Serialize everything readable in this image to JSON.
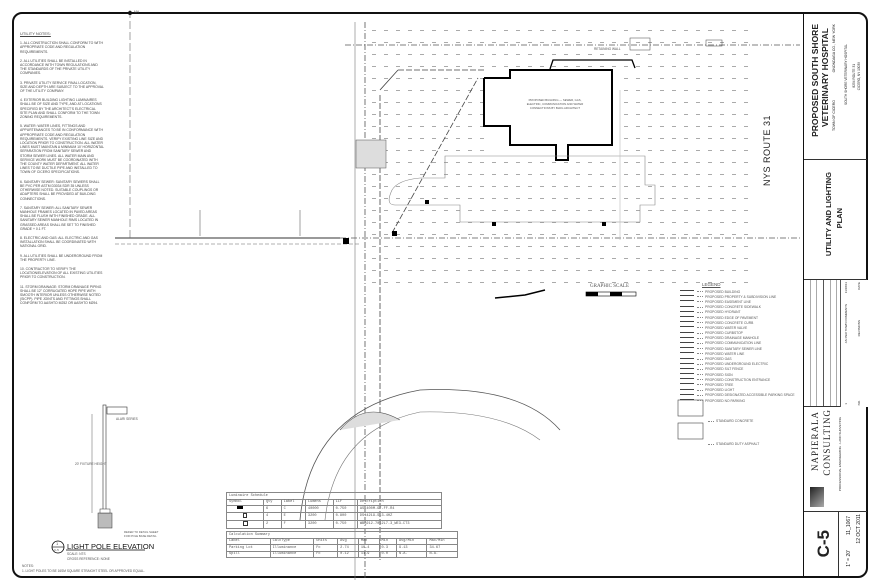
{
  "notes": {
    "heading": "UTILITY NOTES:",
    "items": [
      "1. ALL CONSTRUCTION SHALL CONFORM TO WITH APPROPRIATE CODE AND REGULATION REQUIREMENTS.",
      "2. ALL UTILITIES SHALL BE INSTALLED IN ACCORDANCE WITH TOWN REGULATIONS AND THE STANDARDS OF THE PRIVATE UTILITY COMPANIES.",
      "3. PRIVATE UTILITY SERVICE FINAL LOCATION, SIZE AND DEPTH ARE SUBJECT TO THE APPROVAL OF THE UTILITY COMPANY.",
      "4. EXTERIOR BUILDING LIGHTING LUMINAIRES SHALL BE OF SIZE AND TYPE, AND AT LOCATIONS SPECIFIED BY THE ARCHITECT'S ELECTRICAL SITE PLAN AND SHALL CONFORM TO THE TOWN ZONING REQUIREMENTS.",
      "5. WATER: WATER LINES, FITTINGS AND APPURTENANCES TO BE IN CONFORMANCE WITH APPROPRIATE CODE AND REGULATION REQUIREMENTS. VERIFY EXISTING LINE SIZE AND LOCATION PRIOR TO CONSTRUCTION. ALL WATER LINES MUST MAINTAIN A MINIMUM 10' HORIZONTAL SEPARATION FROM SANITARY SEWER AND STORM SEWER LINES. ALL WATER MAIN AND SERVICE WORK MUST BE COORDINATED WITH THE COUNTY WATER DEPARTMENT. ALL WATER LINES TO BE DUCTILE PIPE AND INSTALLED TO TOWN OF CICERO SPECIFICATIONS.",
      "6. SANITARY SEWER: SANITARY SEWERS SHALL BE PVC PER ASTM D3034 SDR 35 UNLESS OTHERWISE NOTED. SUITABLE COUPLINGS OR ADAPTERS SHALL BE PROVIDED AT BUILDING CONNECTIONS.",
      "7. SANITARY SEWER: ALL SANITARY SEWER MANHOLE FRAMES LOCATED IN PAVED AREAS SHALL BE FLUSH WITH FINISHED GRADE. ALL SANITARY SEWER MANHOLE RIMS LOCATED IN GRASSED AREAS SHALL BE SET TO FINISHED GRADE + 0.1 FT.",
      "8. ELECTRIC AND GAS: ALL ELECTRIC AND GAS INSTALLATION SHALL BE COORDINATED WITH NATIONAL GRID.",
      "9. ALL UTILITIES SHALL BE UNDERGROUND FROM THE PROPERTY LINE.",
      "10. CONTRACTOR TO VERIFY THE LOCATION/ELEVATION OF ALL EXISTING UTILITIES PRIOR TO CONSTRUCTION.",
      "11. STORM DRAINAGE: STORM DRAINAGE PIPING SHALL BE 12\" CORRUGATED HDPE PIPE WITH SMOOTH INTERIOR UNLESS OTHERWISE NOTED (SICPP). PIPE JOINTS AND FITTINGS SHALL CONFORM TO AASHTO M252 OR AASHTO M294."
    ]
  },
  "plan": {
    "road_label": "NYS ROUTE 31",
    "graphic_scale": "GRAPHIC SCALE",
    "building_note": "PROPOSED BUILDING — SEWER, GAS, ELECTRIC, COMMUNICATION AND WATER CONNECTIONS BY BLDG ARCHITECT",
    "retaining_wall": "RETAINING WALL",
    "north": "MH"
  },
  "light_pole": {
    "fixture_label": "ALARI SERIES",
    "height_label": "20' FIXTURE HEIGHT",
    "base_label": "REFER TO DETAIL SHEET FOR POLE BASE DETAIL",
    "detail_number": "1",
    "detail_sheet": "C-5",
    "title": "LIGHT POLE ELEVATION",
    "scale": "SCALE: NTS",
    "cross_ref": "CROSS REFERENCE: NONE",
    "notes_heading": "NOTES:",
    "note": "1. LIGHT POLES TO BE 16SM SQUARE STRAIGHT STEEL OR APPROVED EQUAL."
  },
  "luminaire_schedule": {
    "title": "Luminaire Schedule",
    "headers": [
      "Symbol",
      "Qty",
      "Label",
      "Lumens",
      "LLF",
      "Description"
    ],
    "rows": [
      [
        "",
        "6",
        "C",
        "40000",
        "0.750",
        "AS-400M-GF-FF-R4"
      ],
      [
        "",
        "4",
        "E",
        "3200",
        "0.800",
        "DS14219-SL3-4HZ"
      ],
      [
        "",
        "2",
        "F",
        "3200",
        "0.750",
        "WBQ212-7052L7-3_WE3-CT3"
      ]
    ]
  },
  "calculation_summary": {
    "title": "Calculation Summary",
    "headers": [
      "Label",
      "CalcType",
      "Units",
      "Avg",
      "Max",
      "Min",
      "Avg/Min",
      "Max/Min"
    ],
    "rows": [
      [
        "Parking Lot",
        "Illuminance",
        "Fc",
        "2.74",
        "10.4",
        "0.3",
        "9.13",
        "34.67"
      ],
      [
        "Spill",
        "Illuminance",
        "Fc",
        "0.12",
        "11.9",
        "0.0",
        "N.A.",
        "N.A."
      ]
    ]
  },
  "legend": {
    "title": "LEGEND",
    "items": [
      "PROPOSED BUILDING",
      "PROPOSED PROPERTY & SUBDIVISION LINE",
      "PROPOSED EASEMENT LINE",
      "PROPOSED CONCRETE SIDEWALK",
      "PROPOSED HYDRANT",
      "PROPOSED EDGE OF PAVEMENT",
      "PROPOSED CONCRETE CURB",
      "PROPOSED WATER VALVE",
      "PROPOSED CURBSTOP",
      "PROPOSED DRAINAGE MANHOLE",
      "PROPOSED COMMUNICATION LINE",
      "PROPOSED SANITARY SEWER LINE",
      "PROPOSED WATER LINE",
      "PROPOSED GAS",
      "PROPOSED UNDERGROUND ELECTRIC",
      "PROPOSED SILT FENCE",
      "PROPOSED SIGN",
      "PROPOSED CONSTRUCTION ENTRANCE",
      "PROPOSED TREE",
      "PROPOSED LIGHT",
      "PROPOSED DESIGNATED ACCESSIBLE PARKING SPACE",
      "PROPOSED NO PARKING"
    ],
    "hatch_items": [
      "STANDARD CONCRETE",
      "STANDARD DUTY ASPHALT"
    ]
  },
  "title_block": {
    "project_title_line1": "PROPOSED SOUTH SHORE",
    "project_title_line2": "VETERINARY HOSPITAL",
    "town": "TOWN OF CICERO",
    "county": "ONONDAGA CO., NEW YORK",
    "owner": "SOUTH SHORE VETERINARY HOSPITAL",
    "owner_address_1": "8254 ROUTE 31",
    "owner_address_2": "CICERO, NY 13039",
    "sheet_title_1": "UTILITY AND LIGHTING",
    "sheet_title_2": "PLAN",
    "revisions": [
      {
        "no": "1",
        "description": "AS PER TOWN COMMENTS",
        "date": "11/18/11"
      }
    ],
    "rev_headers": {
      "no": "NO.",
      "description": "REVISIONS",
      "date": "DATE"
    },
    "consultant_1": "NAPIERALA",
    "consultant_2": "CONSULTING",
    "consultant_sub": "PROFESSIONAL ENGINEERING · LAND SURVEYING",
    "project_no": "11_1067",
    "date": "12 OCT 2011",
    "scale": "1\" = 20'",
    "sheet_number": "C-5"
  },
  "colors": {
    "ink": "#111111",
    "faint": "#999999"
  }
}
